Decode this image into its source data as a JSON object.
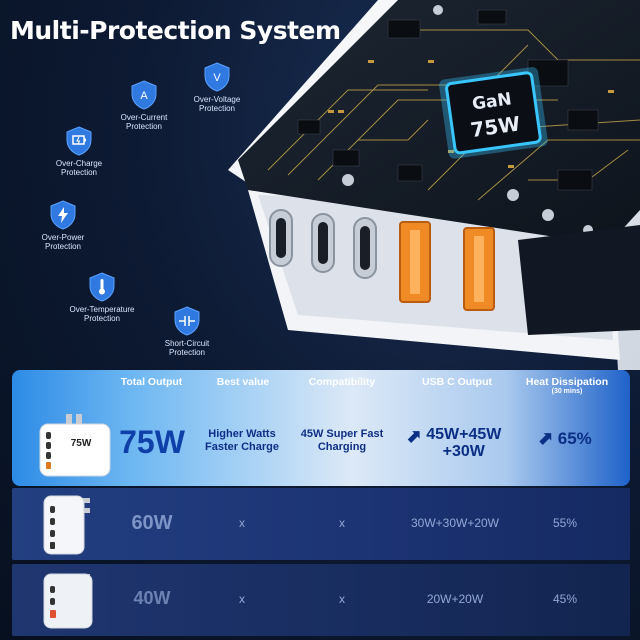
{
  "title": "Multi-Protection System",
  "protections": [
    {
      "label": "Over-Current\nProtection",
      "icon": "over-current-icon"
    },
    {
      "label": "Over-Voltage\nProtection",
      "icon": "over-voltage-icon"
    },
    {
      "label": "Over-Charge\nProtection",
      "icon": "battery-icon"
    },
    {
      "label": "Over-Power\nProtection",
      "icon": "lightning-icon"
    },
    {
      "label": "Over-Temperature\nProtection",
      "icon": "thermometer-icon"
    },
    {
      "label": "Short-Circuit\nProtection",
      "icon": "short-circuit-icon"
    }
  ],
  "chip": {
    "line1": "GaN",
    "line2": "75W"
  },
  "table": {
    "headers": {
      "total_output": "Total Output",
      "best_value": "Best value",
      "compatibility": "Compatibility",
      "usb_c_output": "USB C Output",
      "heat_dissipation": "Heat Dissipation",
      "heat_note": "(30 mins)"
    },
    "rows": [
      {
        "total": "75W",
        "best_value": "Higher Watts\nFaster Charge",
        "compatibility": "45W Super Fast\nCharging",
        "usb_c": "45W+45W\n+30W",
        "heat": "65%",
        "device_text": "75W"
      },
      {
        "total": "60W",
        "best_value": "x",
        "compatibility": "x",
        "usb_c": "30W+30W+20W",
        "heat": "55%"
      },
      {
        "total": "40W",
        "best_value": "x",
        "compatibility": "x",
        "usb_c": "20W+20W",
        "heat": "45%"
      }
    ]
  },
  "colors": {
    "accent": "#2f8de8",
    "shield": "#2f79e0",
    "chip_glow": "#39c6ff"
  }
}
